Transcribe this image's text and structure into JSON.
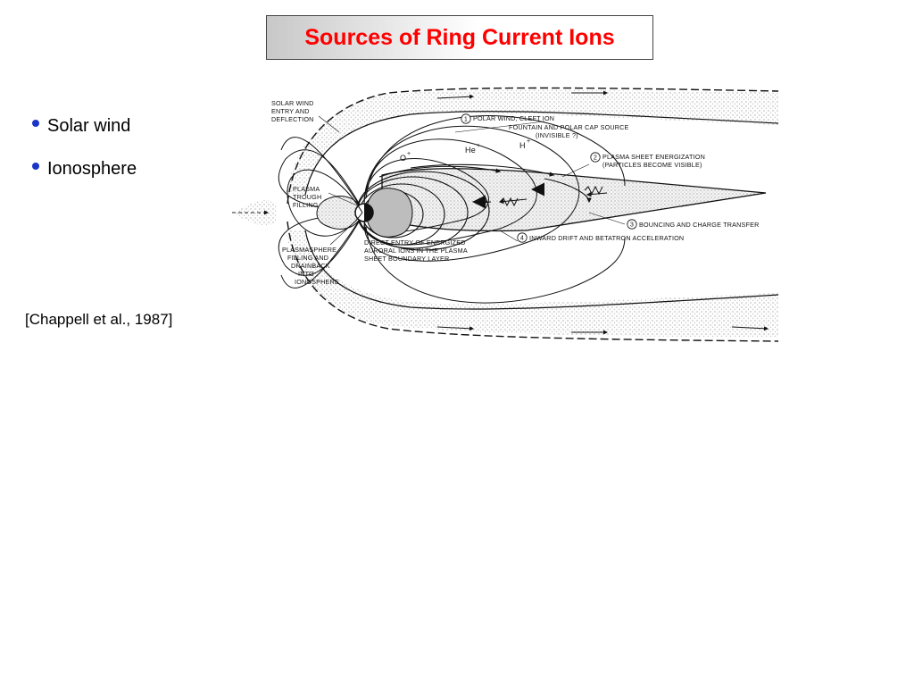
{
  "slide": {
    "title": "Sources of Ring Current Ions",
    "bullets": [
      {
        "label": "Solar wind"
      },
      {
        "label": "Ionosphere"
      }
    ],
    "citation": "[Chappell et al., 1987]"
  },
  "figure": {
    "labels": {
      "solar_wind_1": "SOLAR WIND",
      "solar_wind_2": "ENTRY AND",
      "solar_wind_3": "DEFLECTION",
      "step1_1": "POLAR WIND, CLEFT ION",
      "step1_2": "FOUNTAIN AND POLAR CAP SOURCE",
      "step1_3": "(INVISIBLE ?)",
      "step2_1": "PLASMA SHEET ENERGIZATION",
      "step2_2": "(PARTICLES BECOME VISIBLE)",
      "step3": "BOUNCING AND CHARGE TRANSFER",
      "step4": "INWARD  DRIFT AND BETATRON ACCELERATION",
      "trough_1": "PLASMA",
      "trough_2": "TROUGH",
      "trough_3": "FILLING",
      "pms_1": "PLASMASPHERE",
      "pms_2": "FILLING AND",
      "pms_3": "DRAINBACK",
      "pms_4": "INTO",
      "pms_5": "IONOSPHERE",
      "direct_1": "DIRECT ENTRY OF ENERGIZED",
      "direct_2": "AURORAL IONS IN THE PLASMA",
      "direct_3": "SHEET BOUNDARY LAYER",
      "ion_o": "O",
      "ion_he": "He",
      "ion_h": "H",
      "ion_charge": "+",
      "num1": "1",
      "num2": "2",
      "num3": "3",
      "num4": "4"
    }
  }
}
